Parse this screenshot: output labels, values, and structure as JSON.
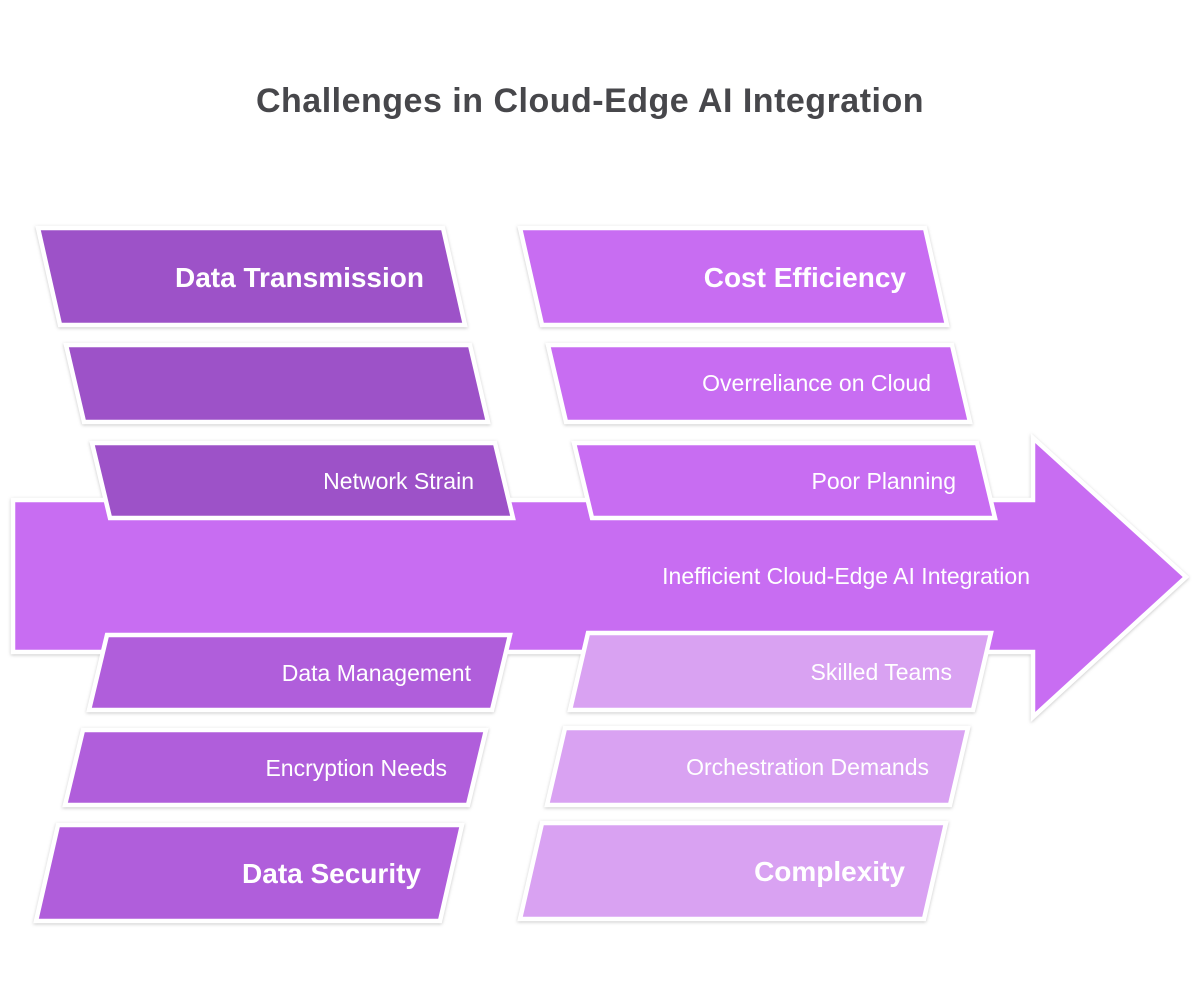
{
  "title": "Challenges in Cloud-Edge AI Integration",
  "colors": {
    "title_text": "#47474B",
    "top_left_branch": "#9D52C8",
    "top_right_branch": "#C86DF2",
    "arrow": "#C86DF2",
    "bottom_left_branch": "#B05EDB",
    "bottom_right_branch": "#D9A2F2",
    "label_text": "#FFFFFF",
    "shape_border": "#FFFFFF"
  },
  "arrow": {
    "label": "Inefficient Cloud-Edge AI Integration"
  },
  "branches": {
    "top_left": {
      "header": "Data Transmission",
      "items": [
        "",
        "Network Strain"
      ]
    },
    "top_right": {
      "header": "Cost Efficiency",
      "items": [
        "Overreliance on Cloud",
        "Poor Planning"
      ]
    },
    "bottom_left": {
      "header": "Data Security",
      "items": [
        "Data Management",
        "Encryption Needs"
      ]
    },
    "bottom_right": {
      "header": "Complexity",
      "items": [
        "Skilled Teams",
        "Orchestration Demands"
      ]
    }
  }
}
